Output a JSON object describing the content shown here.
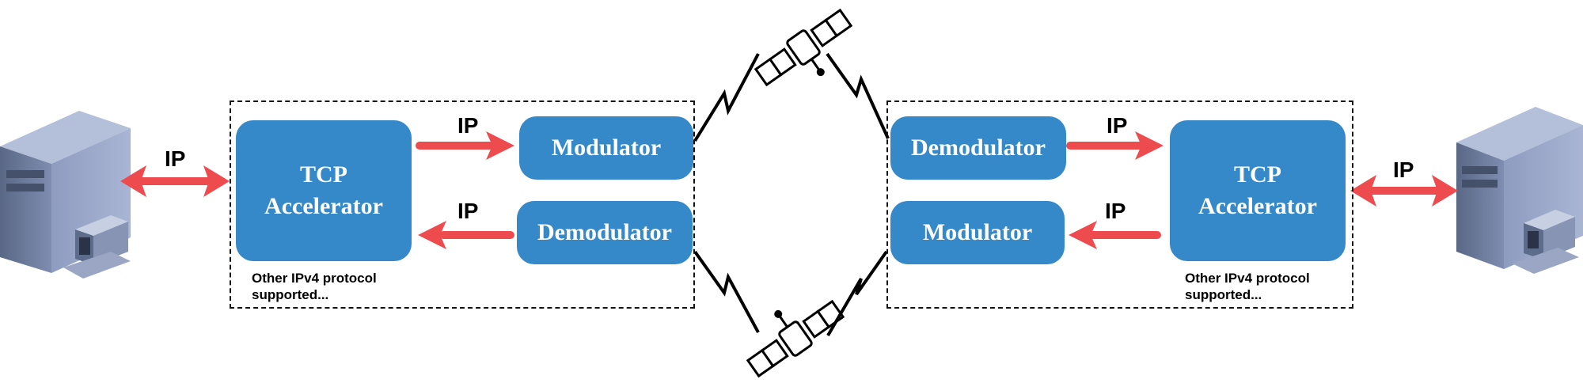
{
  "left_site": {
    "accelerator": {
      "line1": "TCP",
      "line2": "Accelerator"
    },
    "modulator": "Modulator",
    "demodulator": "Demodulator",
    "note_line1": "Other IPv4 protocol",
    "note_line2": "supported...",
    "ip_host": "IP",
    "ip_to_modulator": "IP",
    "ip_from_demodulator": "IP"
  },
  "right_site": {
    "accelerator": {
      "line1": "TCP",
      "line2": "Accelerator"
    },
    "modulator": "Modulator",
    "demodulator": "Demodulator",
    "note_line1": "Other IPv4 protocol",
    "note_line2": "supported...",
    "ip_host": "IP",
    "ip_from_demodulator": "IP",
    "ip_to_modulator": "IP"
  },
  "colors": {
    "box_fill": "#3589c9",
    "arrow": "#ee4b4f",
    "server_body": "#6f7f9f"
  },
  "icons": [
    "server-icon",
    "satellite-icon",
    "lightning-link-icon"
  ]
}
